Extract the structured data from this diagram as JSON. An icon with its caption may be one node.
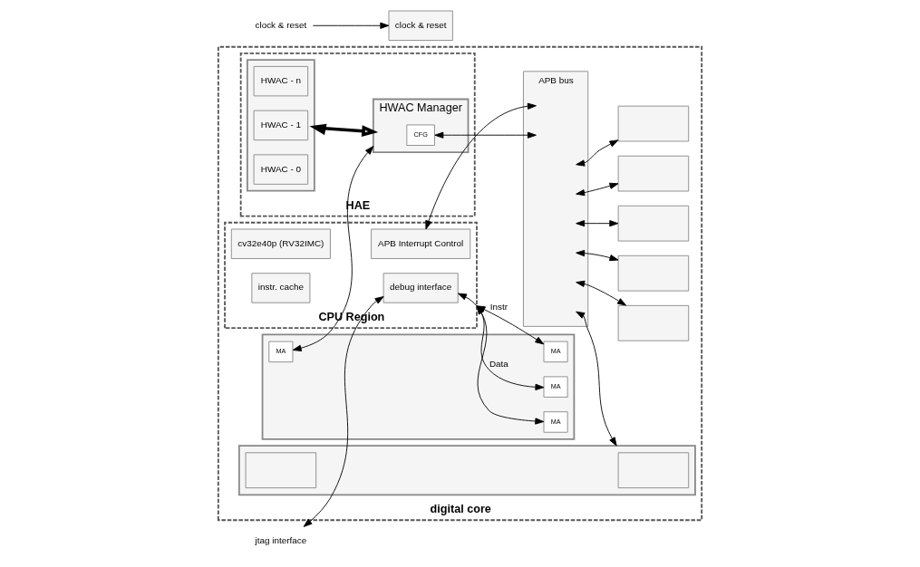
{
  "diagram": {
    "nodes": [
      {
        "text": [
          "digital core"
        ]
      },
      {
        "text": [
          "CPU Region"
        ],
        "in": 0
      },
      {
        "text": [
          "cv32e40p (RV32IMC)"
        ],
        "in": 1
      },
      {
        "text": [
          "instr. cache"
        ],
        "in": 1
      },
      {
        "text": [
          "debug interface"
        ],
        "in": 1
      },
      {
        "text": [
          "APB Interrupt Control"
        ],
        "in": 1
      },
      {
        "text": [],
        "shape": "box",
        "in": 0
      },
      {
        "text": [
          "MA"
        ],
        "in": 6
      },
      {
        "text": [
          "MA"
        ],
        "in": 6
      },
      {
        "text": [
          "MA"
        ],
        "in": 6
      },
      {
        "text": [
          "MA"
        ],
        "in": 6
      },
      {
        "text": [
          "HAE"
        ],
        "in": 0
      },
      {
        "text": [],
        "shape": "box",
        "in": 11
      },
      {
        "text": [
          "HWAC - n"
        ],
        "in": 12
      },
      {
        "text": [
          "HWAC - 1"
        ],
        "in": 12
      },
      {
        "text": [
          "HWAC - 0"
        ],
        "in": 12
      },
      {
        "text": [
          "HWAC Manager"
        ],
        "in": 11
      },
      {
        "text": [
          "CFG"
        ],
        "in": 16
      },
      {
        "text": [
          "APB bus"
        ],
        "in": 0
      },
      {
        "text": [],
        "shape": "box",
        "in": 0
      },
      {
        "text": [],
        "shape": "box",
        "in": 0
      },
      {
        "text": [],
        "shape": "box",
        "in": 0
      },
      {
        "text": [],
        "shape": "box",
        "in": 0
      },
      {
        "text": [],
        "shape": "box",
        "in": 0
      },
      {
        "text": [],
        "shape": "box",
        "in": 0
      },
      {
        "text": [],
        "shape": "box",
        "in": 24
      },
      {
        "text": [],
        "shape": "box",
        "in": 24
      },
      {
        "text": [
          "jtag interface"
        ]
      },
      {
        "text": [
          "clock & reset"
        ]
      },
      {
        "text": [
          "clock & reset"
        ]
      }
    ],
    "edges": [
      {
        "from": 1,
        "to": 7,
        "arrow": "both",
        "label": "Data"
      },
      {
        "from": 1,
        "to": 8,
        "arrow": "both",
        "label": "Instr"
      },
      {
        "from": 27,
        "to": 4,
        "arrow": "both"
      },
      {
        "from": 4,
        "to": 9,
        "arrow": "both"
      },
      {
        "from": 5,
        "to": 18,
        "arrow": "both"
      },
      {
        "from": 10,
        "to": 16,
        "arrow": "both"
      },
      {
        "from": 12,
        "to": 16,
        "arrow": "both",
        "style": "thick"
      },
      {
        "from": 17,
        "to": 18,
        "arrow": "both"
      },
      {
        "from": 18,
        "to": 19,
        "arrow": "both"
      },
      {
        "from": 18,
        "to": 20,
        "arrow": "both"
      },
      {
        "from": 18,
        "to": 21,
        "arrow": "both"
      },
      {
        "from": 18,
        "to": 22,
        "arrow": "both"
      },
      {
        "from": 18,
        "to": 23,
        "arrow": "both"
      },
      {
        "from": 18,
        "to": 24,
        "arrow": "both"
      },
      {
        "from": 28,
        "to": 29,
        "arrow": "to"
      }
    ]
  }
}
